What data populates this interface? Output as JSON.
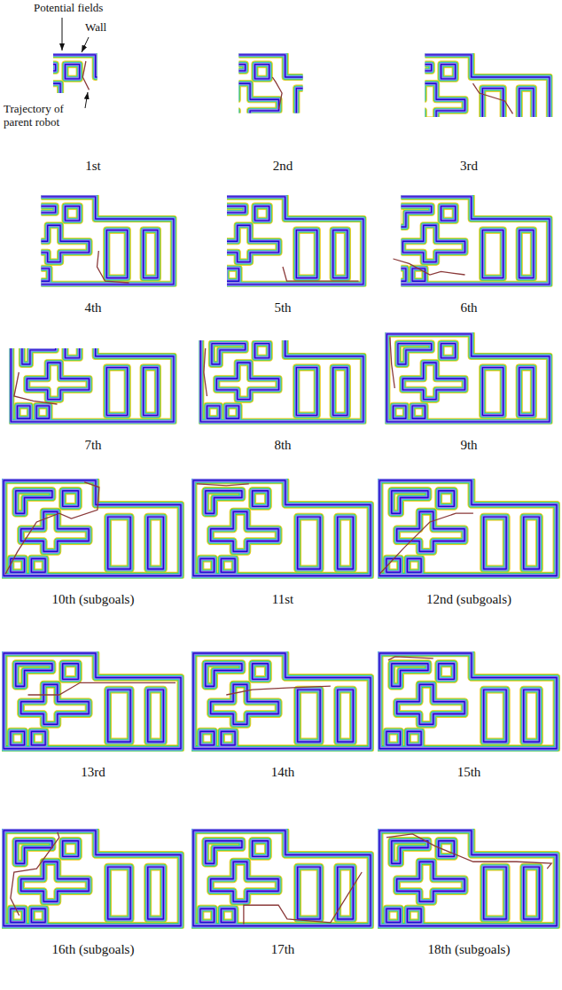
{
  "diagram": {
    "labels": [
      "Potential fields",
      "Wall",
      "Trajectory of parent robot",
      "1st",
      "2nd",
      "3rd",
      "4th",
      "5th",
      "6th",
      "7th",
      "8th",
      "9th",
      "10th (subgoals)",
      "11st",
      "12nd (subgoals)",
      "13rd",
      "14th",
      "15th",
      "16th (subgoals)",
      "17th",
      "18th (subgoals)"
    ]
  }
}
